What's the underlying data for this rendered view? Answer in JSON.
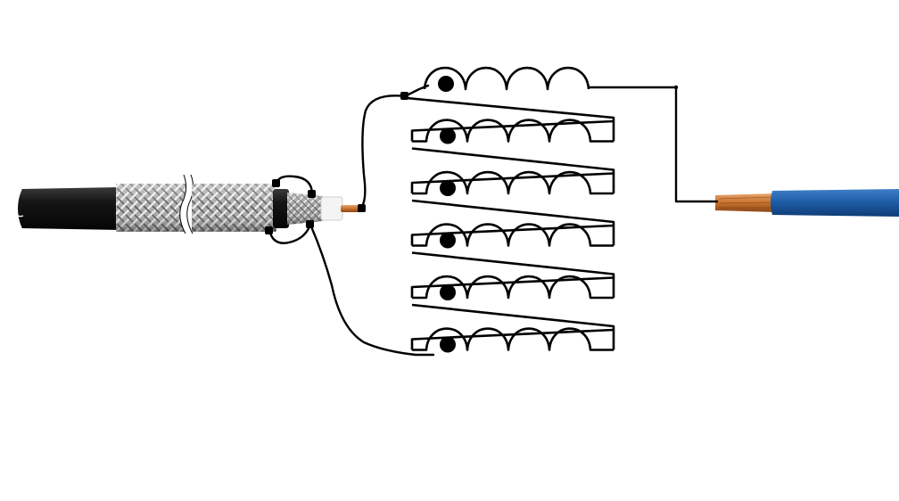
{
  "diagram": {
    "kind": "coaxial-cable-to-coil-winding-wiring",
    "components": {
      "coax_cable": "coaxial-cable",
      "coil_stack": "multi-layer-coil-winding",
      "output_wire": "insulated-copper-wire"
    },
    "coil": {
      "layers": 6,
      "turns_per_layer": 4,
      "polarity_dots": true
    },
    "colors": {
      "background": "#ffffff",
      "wire": "#000000",
      "jacket": "#151515",
      "braid_light": "#d0d0d0",
      "braid_dark": "#6f6f6f",
      "dielectric": "#f4f4f4",
      "copper": "#c8722e",
      "insulation_blue": "#1f5ea8"
    },
    "icons": {
      "terminal": "terminal-dot-icon",
      "polarity": "polarity-dot-icon",
      "break": "cable-break-icon"
    }
  }
}
